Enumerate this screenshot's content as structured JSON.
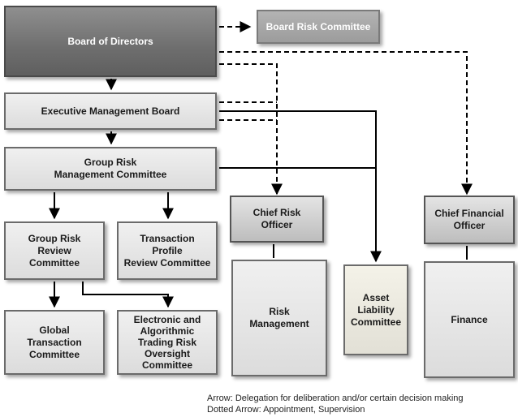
{
  "nodes": {
    "board_of_directors": "Board of Directors",
    "board_risk_committee": "Board Risk Committee",
    "executive_management_board": "Executive Management Board",
    "group_risk_management_committee": [
      "Group Risk",
      "Management Committee"
    ],
    "group_risk_review_committee": [
      "Group Risk Review",
      "Committee"
    ],
    "transaction_profile_review_committee": [
      "Transaction Profile",
      "Review Committee"
    ],
    "chief_risk_officer": "Chief Risk Officer",
    "chief_financial_officer": [
      "Chief Financial",
      "Officer"
    ],
    "risk_management": [
      "Risk",
      "Management"
    ],
    "asset_liability_committee": [
      "Asset",
      "Liability",
      "Committee"
    ],
    "finance": "Finance",
    "global_transaction_committee": [
      "Global Transaction",
      "Committee"
    ],
    "electronic_trading_committee": [
      "Electronic and",
      "Algorithmic",
      "Trading Risk",
      "Oversight",
      "Committee"
    ]
  },
  "legend": {
    "arrow": "Arrow: Delegation for deliberation and/or certain decision making",
    "dotted_arrow": "Dotted Arrow: Appointment, Supervision"
  },
  "colors": {
    "dark_box": "#6e6e6e",
    "light_box": "#e6e6e6",
    "line": "#000000"
  }
}
